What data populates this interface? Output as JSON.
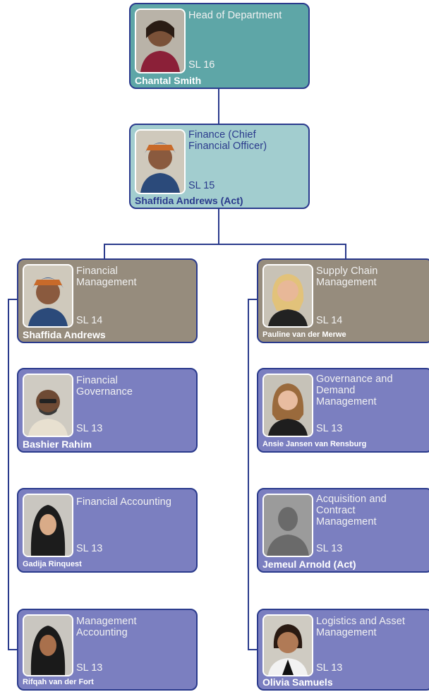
{
  "colors": {
    "line": "#2a3a8c",
    "head": "#5ea6a7",
    "cfo": "#a2cdcf",
    "manager": "#968c7d",
    "unit": "#7b7fc0"
  },
  "head": {
    "role": "Head of Department",
    "level": "SL 16",
    "name": "Chantal Smith"
  },
  "cfo": {
    "role": "Finance (Chief Financial Officer)",
    "level": "SL 15",
    "name": "Shaffida Andrews (Act)"
  },
  "left": {
    "manager": {
      "role": "Financial Management",
      "level": "SL 14",
      "name": "Shaffida Andrews"
    },
    "units": [
      {
        "role": "Financial Governance",
        "level": "SL 13",
        "name": "Bashier Rahim"
      },
      {
        "role": "Financial Accounting",
        "level": "SL 13",
        "name": "Gadija Rinquest"
      },
      {
        "role": "Management Accounting",
        "level": "SL 13",
        "name": "Rifqah van der Fort"
      }
    ]
  },
  "right": {
    "manager": {
      "role": "Supply Chain Management",
      "level": "SL 14",
      "name": "Pauline van der Merwe"
    },
    "units": [
      {
        "role": "Governance and Demand Management",
        "level": "SL 13",
        "name": "Ansie Jansen van Rensburg"
      },
      {
        "role": "Acquisition and Contract Management",
        "level": "SL 13",
        "name": "Jemeul Arnold (Act)"
      },
      {
        "role": "Logistics and Asset Management",
        "level": "SL 13",
        "name": "Olivia Samuels"
      }
    ]
  }
}
